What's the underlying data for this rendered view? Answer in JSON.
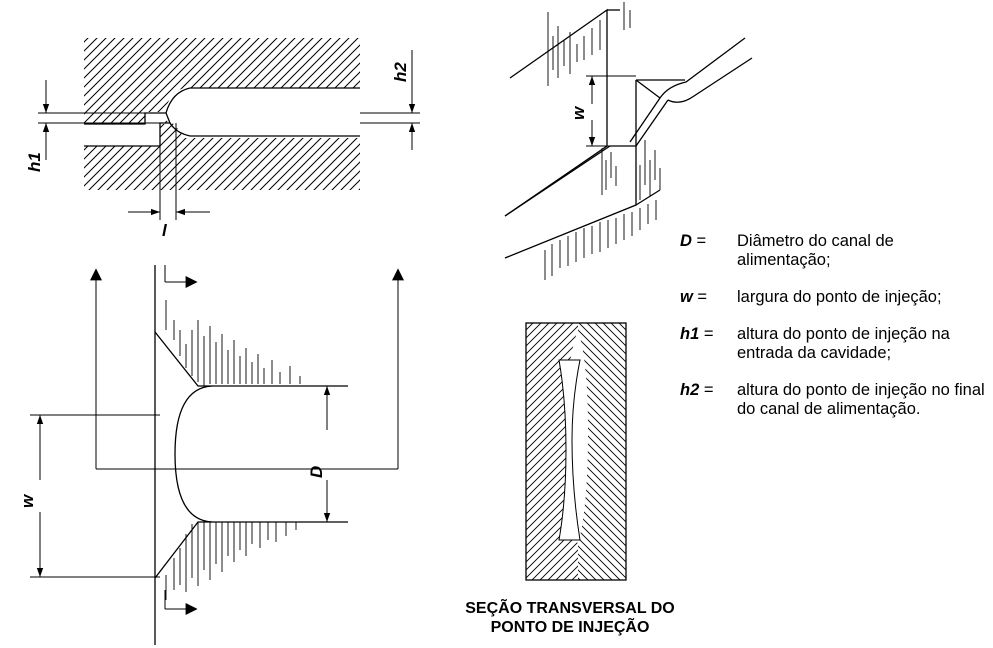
{
  "dimensions": {
    "h1": "h1",
    "h2": "h2",
    "l": "l",
    "w_top": "w",
    "w_front": "w",
    "D": "D"
  },
  "legend": [
    {
      "symbol": "D",
      "separator": " =",
      "description": "Diâmetro do canal de alimentação;"
    },
    {
      "symbol": "w",
      "separator": " =",
      "description": "largura do ponto de injeção;"
    },
    {
      "symbol": "h1",
      "separator": " =",
      "description": "altura do ponto de injeção na entrada da cavidade;"
    },
    {
      "symbol": "h2",
      "separator": " =",
      "description": "altura do ponto de injeção no final do canal de alimentação."
    }
  ],
  "caption": {
    "line1": "SEÇÃO TRANSVERSAL DO",
    "line2": "PONTO DE INJEÇÃO"
  }
}
